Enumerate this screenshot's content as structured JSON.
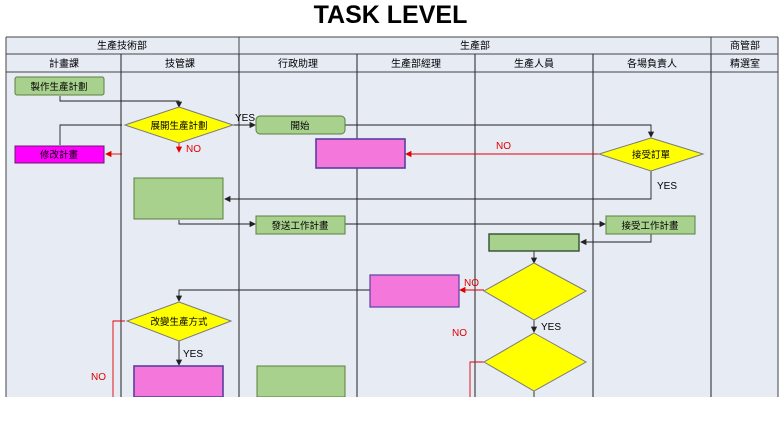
{
  "title": "TASK LEVEL",
  "departments": [
    "生產技術部",
    "生產部",
    "商管部"
  ],
  "lanes": [
    "計畫課",
    "技管課",
    "行政助理",
    "生產部經理",
    "生產人員",
    "各場負責人",
    "精選室"
  ],
  "nodes": {
    "make_plan": "製作生產計劃",
    "start_plan": "展開生產計劃",
    "begin": "開始",
    "modify_plan": "修改計畫",
    "accept_order": "接受訂單",
    "send_work": "發送工作計畫",
    "receive_work": "接受工作計畫",
    "change_method": "改變生產方式"
  },
  "edge_labels": {
    "yes": "YES",
    "no": "NO"
  },
  "colors": {
    "lane_bg": "#e6ebf4",
    "green": "#a9d18e",
    "yellow": "#ffff00",
    "magenta": "#ff00ff",
    "pink": "#f478dc",
    "red_line": "#e00000"
  }
}
